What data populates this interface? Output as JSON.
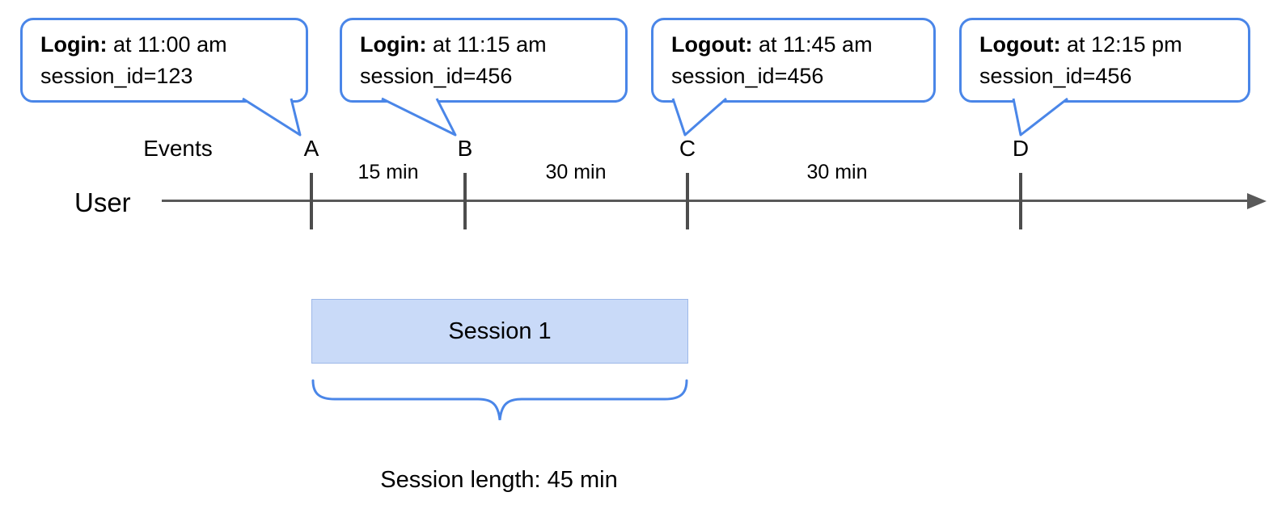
{
  "diagram": {
    "callouts": [
      {
        "event": "Login:",
        "detail": "at 11:00 am",
        "session": "session_id=123"
      },
      {
        "event": "Login:",
        "detail": "at 11:15 am",
        "session": "session_id=456"
      },
      {
        "event": "Logout:",
        "detail": "at 11:45 am",
        "session": "session_id=456"
      },
      {
        "event": "Logout:",
        "detail": "at 12:15 pm",
        "session": "session_id=456"
      }
    ],
    "labels": {
      "events": "Events",
      "user": "User",
      "session_box": "Session 1",
      "session_length": "Session length: 45 min"
    },
    "ticks": [
      {
        "label": "A"
      },
      {
        "label": "B"
      },
      {
        "label": "C"
      },
      {
        "label": "D"
      }
    ],
    "intervals": [
      {
        "label": "15 min"
      },
      {
        "label": "30 min"
      },
      {
        "label": "30 min"
      }
    ],
    "colors": {
      "callout_border": "#4a86e8",
      "session_fill": "#c9daf8",
      "timeline": "#595959",
      "tick": "#4d4d4d",
      "brace": "#4a86e8"
    }
  }
}
